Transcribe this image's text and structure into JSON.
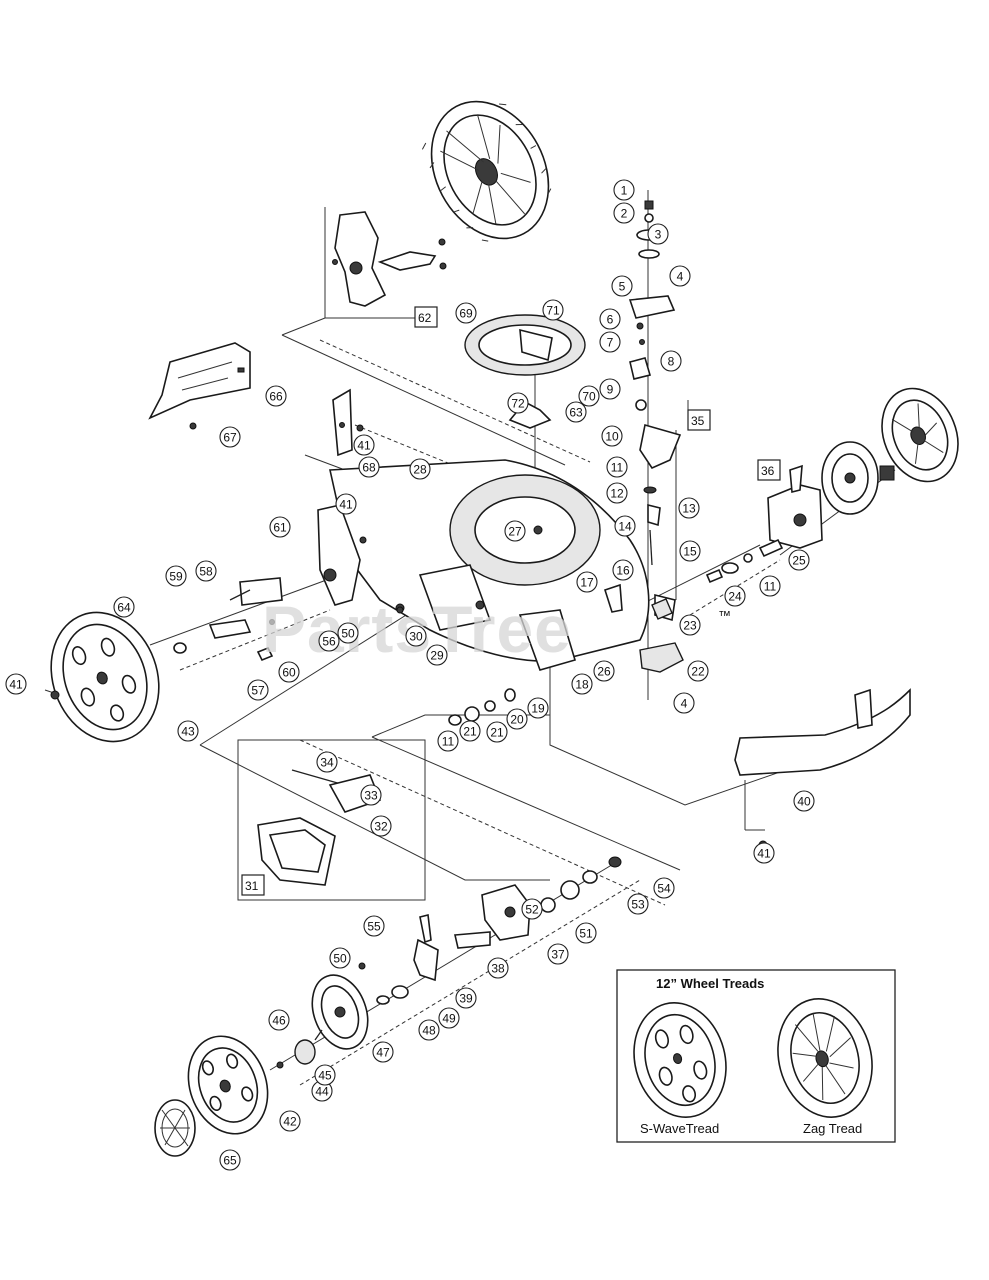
{
  "watermark": {
    "text": "PartsTree",
    "trademark": "™"
  },
  "callouts": [
    "1",
    "2",
    "3",
    "4",
    "5",
    "6",
    "7",
    "8",
    "9",
    "10",
    "11",
    "12",
    "13",
    "14",
    "15",
    "16",
    "17",
    "18",
    "19",
    "20",
    "21",
    "22",
    "23",
    "24",
    "25",
    "26",
    "27",
    "28",
    "29",
    "30",
    "32",
    "33",
    "34",
    "37",
    "38",
    "39",
    "40",
    "41",
    "42",
    "43",
    "44",
    "45",
    "46",
    "47",
    "48",
    "49",
    "50",
    "51",
    "52",
    "53",
    "54",
    "55",
    "56",
    "57",
    "58",
    "59",
    "60",
    "61",
    "63",
    "64",
    "65",
    "66",
    "67",
    "68",
    "69",
    "70",
    "71",
    "72",
    "11",
    "41",
    "41",
    "41",
    "11",
    "21",
    "50",
    "4"
  ],
  "boxed_labels": [
    "62",
    "35",
    "36",
    "31"
  ],
  "inset": {
    "title": "12” Wheel Treads",
    "left_label": "S-WaveTread",
    "right_label": "Zag Tread"
  },
  "colors": {
    "ink": "#1a1a1a",
    "watermark": "#d6d6d6",
    "background": "#ffffff"
  }
}
